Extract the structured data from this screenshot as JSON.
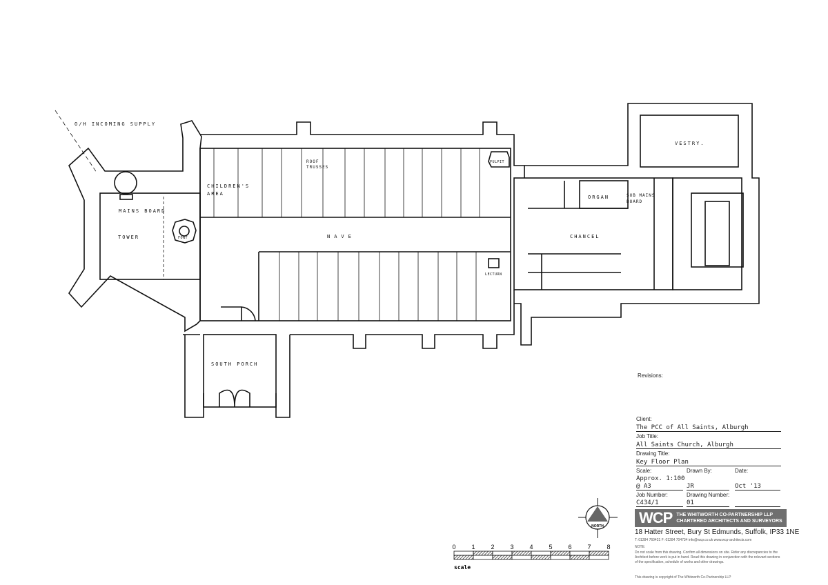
{
  "plan": {
    "labels": {
      "incoming_supply": "O/H INCOMING SUPPLY",
      "mains_board": "MAINS BOARD",
      "tower": "TOWER",
      "font": "FONT",
      "childrens_area_1": "CHILDREN'S",
      "childrens_area_2": "AREA",
      "roof_trusses_1": "ROOF",
      "roof_trusses_2": "TRUSSES",
      "nave": "NAVE",
      "pulpit": "PULPIT",
      "lectern": "LECTURN",
      "organ": "ORGAN",
      "sub_mains_1": "SUB MAINS",
      "sub_mains_2": "BOARD",
      "chancel": "CHANCEL",
      "vestry": "VESTRY.",
      "south_porch": "SOUTH PORCH"
    },
    "north_label": "NORTH",
    "scale": {
      "ticks": [
        "0",
        "1",
        "2",
        "3",
        "4",
        "5",
        "6",
        "7",
        "8"
      ],
      "label": "scale"
    }
  },
  "title_block": {
    "revisions_label": "Revisions:",
    "client_label": "Client:",
    "client": "The PCC of All Saints, Alburgh",
    "job_title_label": "Job Title:",
    "job_title": "All Saints Church, Alburgh",
    "drawing_title_label": "Drawing Title:",
    "drawing_title": "Key Floor Plan",
    "scale_label": "Scale:",
    "scale_1": "Approx. 1:100",
    "scale_2": "@ A3",
    "drawn_by_label": "Drawn By:",
    "drawn_by": "JR",
    "date_label": "Date:",
    "date": "Oct '13",
    "job_number_label": "Job Number:",
    "job_number": "C434/1",
    "drawing_number_label": "Drawing Number:",
    "drawing_number": "01",
    "firm_logo": "WCP",
    "firm_name": "THE WHITWORTH CO-PARTNERSHIP LLP",
    "firm_sub": "CHARTERED ARCHITECTS AND SURVEYORS",
    "address": "18 Hatter Street, Bury St Edmunds, Suffolk, IP33 1NE",
    "contact": "T: 01284 760421 F: 01284 704734 info@wcp.co.uk www.wcp-architects.com",
    "note_label": "NOTE:",
    "note": "Do not scale from this drawing. Confirm all dimensions on site. Refer any discrepancies to the Architect before work is put in hand. Read this drawing in conjunction with the relevant sections of the specification, schedule of works and other drawings.",
    "copyright": "This drawing is copyright of The Whitworth Co-Partnership LLP"
  }
}
